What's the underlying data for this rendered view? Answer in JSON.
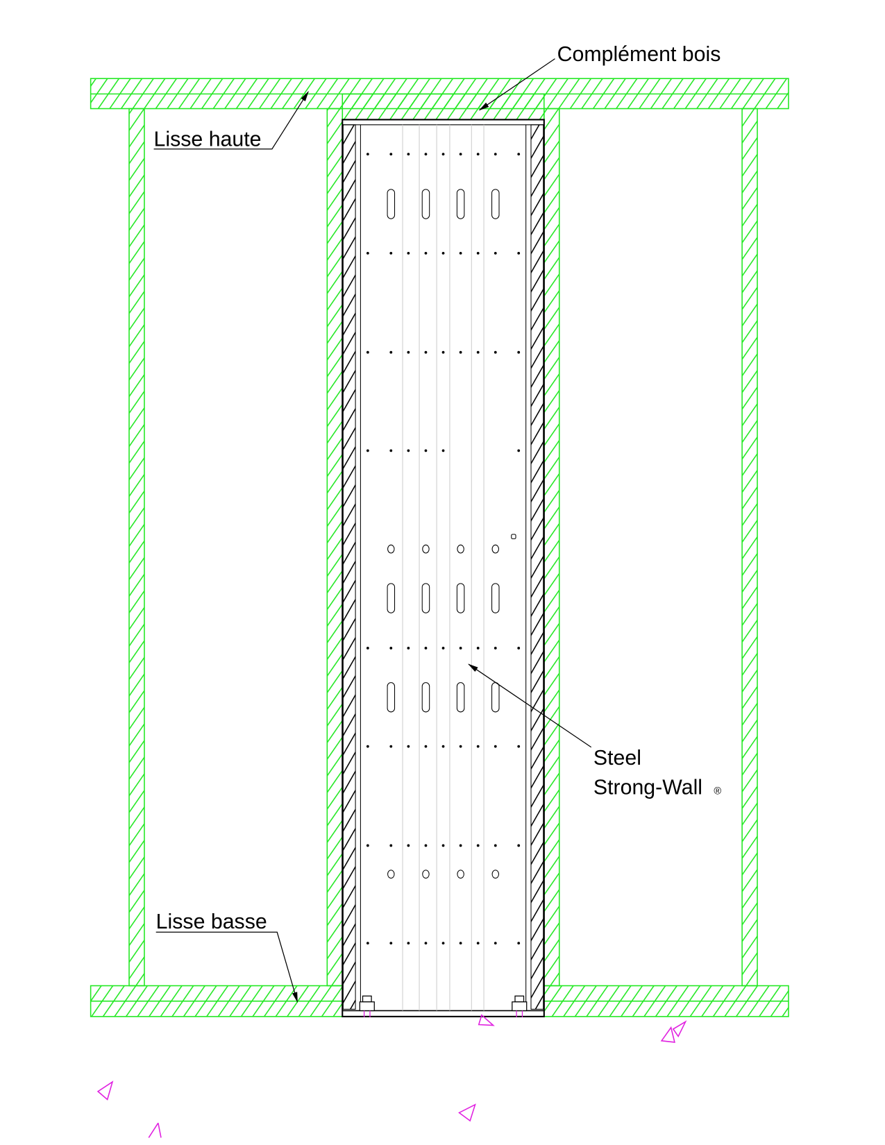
{
  "labels": {
    "complement_bois": "Complément bois",
    "lisse_haute": "Lisse haute",
    "lisse_basse": "Lisse basse",
    "steel_line1": "Steel",
    "steel_line2": "Strong-Wall",
    "registered": "®"
  },
  "colors": {
    "timber_hatch": "#22e822",
    "steel": "#000000",
    "markers": "#e020e0"
  }
}
